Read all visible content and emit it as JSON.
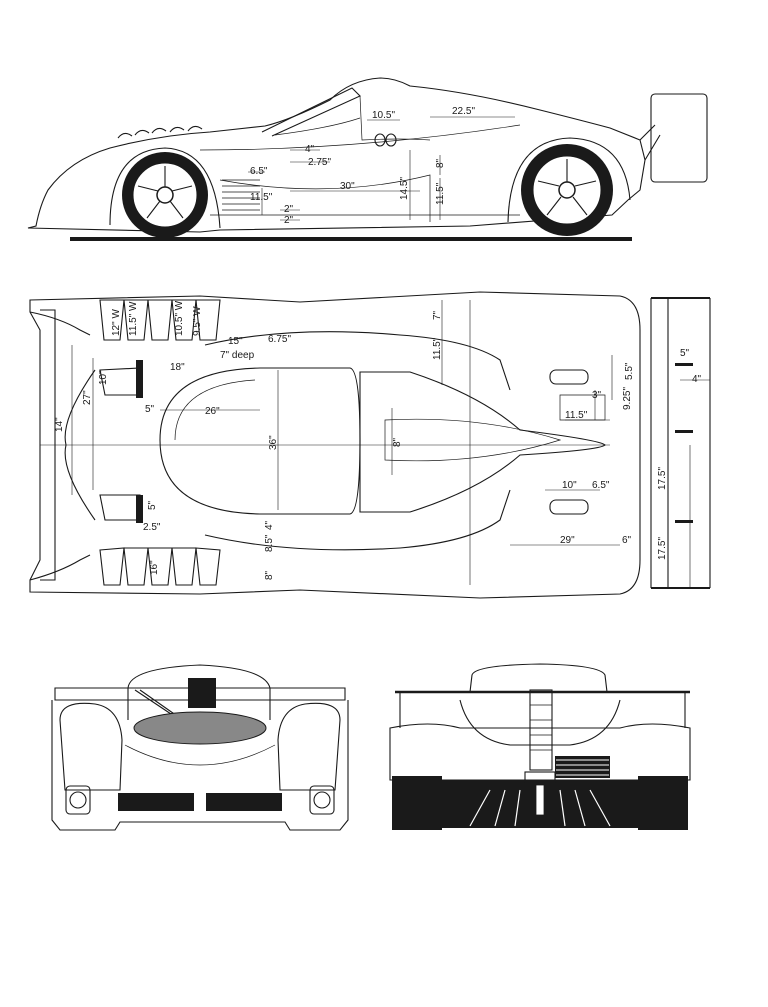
{
  "side_view": {
    "dims": [
      {
        "key": "a",
        "text": "10.5\""
      },
      {
        "key": "b",
        "text": "22.5\""
      },
      {
        "key": "c",
        "text": "4\""
      },
      {
        "key": "d",
        "text": "2.75\""
      },
      {
        "key": "e",
        "text": "6.5\""
      },
      {
        "key": "f",
        "text": "30\""
      },
      {
        "key": "g",
        "text": "14.5\""
      },
      {
        "key": "h",
        "text": "8\""
      },
      {
        "key": "i",
        "text": "11.5\""
      },
      {
        "key": "j",
        "text": "11.5\""
      },
      {
        "key": "k",
        "text": "2\""
      },
      {
        "key": "l",
        "text": "2\""
      }
    ]
  },
  "top_view": {
    "vents": [
      "12\" W",
      "11.5\" W",
      "10.5\" W",
      "9.5\" W"
    ],
    "dims": [
      {
        "key": "m",
        "text": "15\""
      },
      {
        "key": "n",
        "text": "6.75\""
      },
      {
        "key": "o",
        "text": "18\""
      },
      {
        "key": "p",
        "text": "7\" deep"
      },
      {
        "key": "q",
        "text": "10\""
      },
      {
        "key": "r",
        "text": "27\""
      },
      {
        "key": "s",
        "text": "14\""
      },
      {
        "key": "t",
        "text": "5\""
      },
      {
        "key": "u",
        "text": "26\""
      },
      {
        "key": "v",
        "text": "36\""
      },
      {
        "key": "w",
        "text": "5\""
      },
      {
        "key": "x",
        "text": "2.5\""
      },
      {
        "key": "y",
        "text": "16\""
      },
      {
        "key": "z",
        "text": "4\""
      },
      {
        "key": "aa",
        "text": "8.5\""
      },
      {
        "key": "ab",
        "text": "8\""
      },
      {
        "key": "ac",
        "text": "7\""
      },
      {
        "key": "ad",
        "text": "11.5\""
      },
      {
        "key": "ae",
        "text": "8\""
      },
      {
        "key": "af",
        "text": "3\""
      },
      {
        "key": "ag",
        "text": "9.25\""
      },
      {
        "key": "ah",
        "text": "5.5\""
      },
      {
        "key": "ai",
        "text": "11.5\""
      },
      {
        "key": "aj",
        "text": "10\""
      },
      {
        "key": "ak",
        "text": "6.5\""
      },
      {
        "key": "al",
        "text": "29\""
      },
      {
        "key": "am",
        "text": "6\""
      },
      {
        "key": "an",
        "text": "5\""
      },
      {
        "key": "ao",
        "text": "4\""
      },
      {
        "key": "ap",
        "text": "17.5\""
      },
      {
        "key": "aq",
        "text": "17.5\""
      }
    ]
  }
}
